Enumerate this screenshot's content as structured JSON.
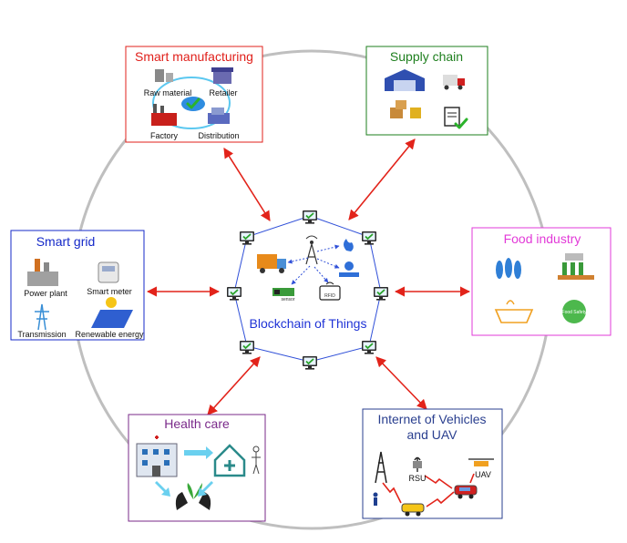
{
  "center": {
    "title": "Blockchain of Things",
    "sensor_label": "sensor",
    "rfid_label": "RFID"
  },
  "colors": {
    "manufacturing": "#e0201b",
    "supply_chain": "#1e7f1e",
    "smart_grid": "#1428c8",
    "food_industry": "#e23ad8",
    "health_care": "#7a2a8a",
    "vehicles": "#2a3f8f",
    "arrow": "#e2231a",
    "ring": "#bfbfbf",
    "network": "#2f4fd8"
  },
  "domains": {
    "manufacturing": {
      "title": "Smart manufacturing",
      "labels": [
        "Raw material",
        "Retailer",
        "Factory",
        "Distribution"
      ]
    },
    "supply_chain": {
      "title": "Supply chain"
    },
    "smart_grid": {
      "title": "Smart grid",
      "labels": [
        "Power plant",
        "Smart meter",
        "Transmission",
        "Renewable energy"
      ]
    },
    "food_industry": {
      "title": "Food industry",
      "badge": "Food Safety"
    },
    "health_care": {
      "title": "Health care"
    },
    "vehicles": {
      "title_line1": "Internet of Vehicles",
      "title_line2": "and UAV",
      "labels": [
        "RSU",
        "UAV"
      ]
    }
  }
}
